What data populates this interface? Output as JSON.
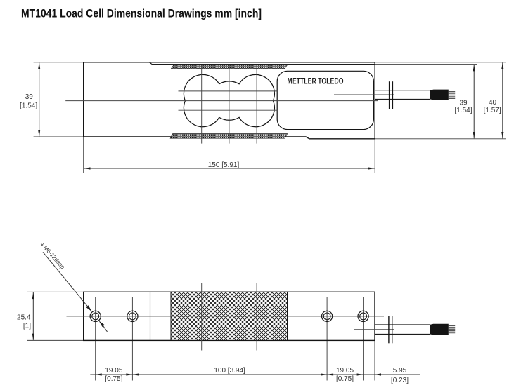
{
  "title": "MT1041 Load Cell Dimensional Drawings mm [inch]",
  "colors": {
    "line": "#141414",
    "centerline": "#4d4d4d",
    "dimension": "#343434",
    "text": "#323232",
    "background": "#ffffff"
  },
  "top_view": {
    "brand": "METTLER TOLEDO",
    "dim_height_left_mm": "39",
    "dim_height_left_in": "[1.54]",
    "dim_height_right_mm": "39",
    "dim_height_right_in": "[1.54]",
    "dim_height_overall_mm": "40",
    "dim_height_overall_in": "[1.57]",
    "dim_length": "150 [5.91]"
  },
  "bottom_view": {
    "dim_width_mm": "25.4",
    "dim_width_in": "[1]",
    "thread_note": "4-M6-12deep",
    "dim_hole_left_mm": "19.05",
    "dim_hole_left_in": "[0.75]",
    "dim_hole_span": "100 [3.94]",
    "dim_hole_right_mm": "19.05",
    "dim_hole_right_in": "[0.75]",
    "dim_cable_mm": "5.95",
    "dim_cable_in": "[0.23]"
  }
}
